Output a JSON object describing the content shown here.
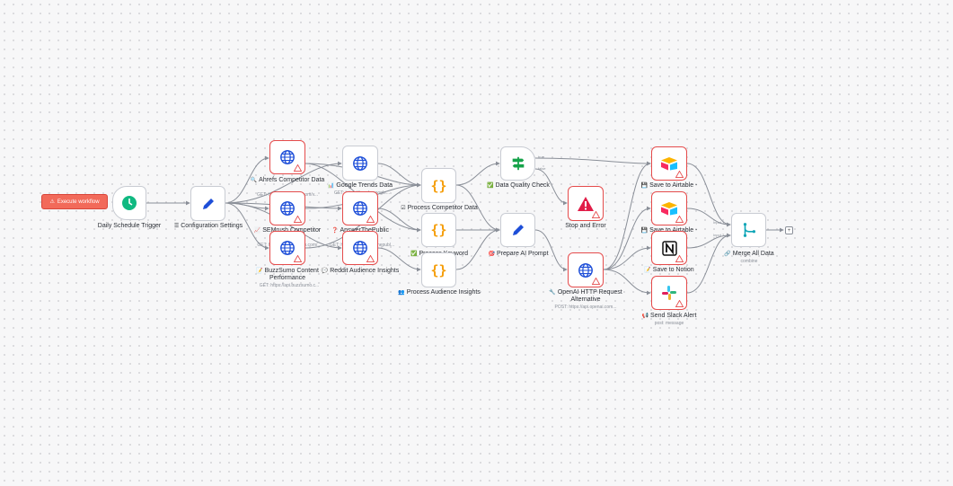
{
  "toolbar": {
    "execute_label": "Execute workflow"
  },
  "nodes": {
    "schedule": {
      "label": "Daily Schedule Trigger",
      "icon": "clock-icon"
    },
    "config": {
      "label": "Configuration Settings",
      "icon": "pencil-icon",
      "label_icon": "☰"
    },
    "ahrefs": {
      "label": "Ahrefs Competitor Data",
      "sub": "GET: https://api.ahrefs.com/v...",
      "icon": "globe-icon",
      "label_icon": "🔍"
    },
    "semrush": {
      "label": "SEMrush Competitor",
      "sub": "GET: https://api.semrush.com/...",
      "icon": "globe-icon",
      "label_icon": "📈"
    },
    "buzzsumo": {
      "label": "BuzzSumo Content Performance",
      "sub": "GET: https://api.buzzsumo.c...",
      "icon": "globe-icon",
      "label_icon": "📝"
    },
    "gtrends": {
      "label": "Google Trends Data",
      "sub": "GET: https://trends.google...",
      "icon": "globe-icon",
      "label_icon": "📊"
    },
    "answerpublic": {
      "label": "AnswerThePublic",
      "sub": "GET: https://api.answerthepubl...",
      "icon": "globe-icon",
      "label_icon": "❓"
    },
    "reddit": {
      "label": "Reddit Audience Insights",
      "icon": "globe-icon",
      "label_icon": "💬"
    },
    "proc_comp": {
      "label": "Process Competitor Data",
      "icon": "code-braces-icon",
      "label_icon": "☑"
    },
    "proc_kw": {
      "label": "Process Keyword",
      "icon": "code-braces-icon",
      "label_icon": "✅"
    },
    "proc_aud": {
      "label": "Process Audience Insights",
      "icon": "code-braces-icon",
      "label_icon": "👥"
    },
    "quality": {
      "label": "Data Quality Check",
      "icon": "signpost-icon",
      "label_icon": "✅"
    },
    "stop": {
      "label": "Stop and Error",
      "icon": "error-triangle-icon"
    },
    "prompt": {
      "label": "Prepare AI Prompt",
      "icon": "pencil-icon",
      "label_icon": "🎯"
    },
    "openai": {
      "label": "OpenAI HTTP Request Alternative",
      "sub": "POST: https://api.openai.com...",
      "icon": "globe-icon",
      "label_icon": "🔧"
    },
    "airtable1": {
      "label": "Save to Airtable -",
      "icon": "airtable-icon",
      "label_icon": "💾"
    },
    "airtable2": {
      "label": "Save to Airtable -",
      "icon": "airtable-icon",
      "label_icon": "💾"
    },
    "notion": {
      "label": "Save to Notion",
      "icon": "notion-icon",
      "label_icon": "📝"
    },
    "slack": {
      "label": "Send Slack Alert",
      "sub": "post: message",
      "icon": "slack-icon",
      "label_icon": "📢"
    },
    "merge": {
      "label": "Merge All Data",
      "sub": "combine",
      "icon": "merge-icon",
      "label_icon": "🔗"
    }
  },
  "ports": {
    "true_label": "true",
    "false_label": "false",
    "input1": "Input 1",
    "input2": "Input 2",
    "end_label": "+"
  },
  "colors": {
    "error": "#e54c4c",
    "globe": "#1d4ed8",
    "code": "#f59e0b",
    "trigger": "#10b981",
    "signpost": "#16a34a",
    "edge": "#8a8f98"
  }
}
